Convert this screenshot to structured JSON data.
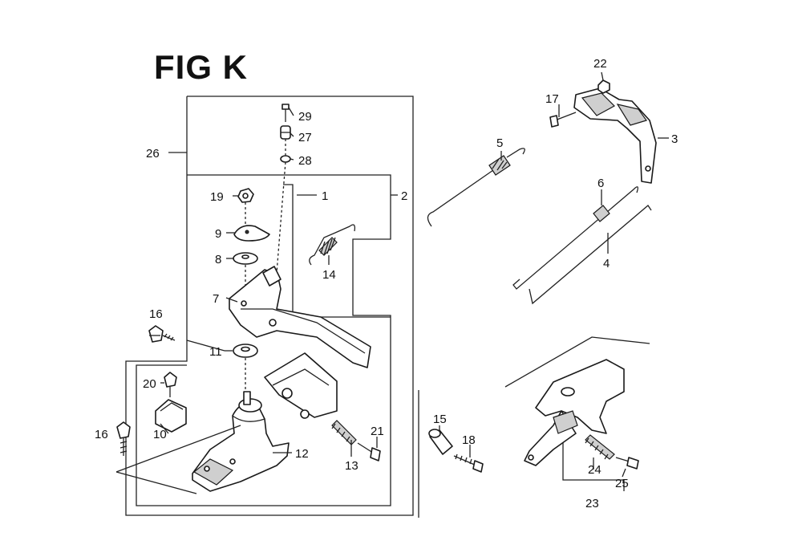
{
  "title": "FIG K",
  "callouts": [
    {
      "id": "c1",
      "text": "1"
    },
    {
      "id": "c2",
      "text": "2"
    },
    {
      "id": "c3",
      "text": "3"
    },
    {
      "id": "c4",
      "text": "4"
    },
    {
      "id": "c5",
      "text": "5"
    },
    {
      "id": "c6",
      "text": "6"
    },
    {
      "id": "c7",
      "text": "7"
    },
    {
      "id": "c8",
      "text": "8"
    },
    {
      "id": "c9",
      "text": "9"
    },
    {
      "id": "c10",
      "text": "10"
    },
    {
      "id": "c11",
      "text": "11"
    },
    {
      "id": "c12",
      "text": "12"
    },
    {
      "id": "c13",
      "text": "13"
    },
    {
      "id": "c14",
      "text": "14"
    },
    {
      "id": "c15",
      "text": "15"
    },
    {
      "id": "c16a",
      "text": "16"
    },
    {
      "id": "c16b",
      "text": "16"
    },
    {
      "id": "c17",
      "text": "17"
    },
    {
      "id": "c18",
      "text": "18"
    },
    {
      "id": "c19",
      "text": "19"
    },
    {
      "id": "c20",
      "text": "20"
    },
    {
      "id": "c21",
      "text": "21"
    },
    {
      "id": "c22",
      "text": "22"
    },
    {
      "id": "c23",
      "text": "23"
    },
    {
      "id": "c24",
      "text": "24"
    },
    {
      "id": "c25",
      "text": "25"
    },
    {
      "id": "c26",
      "text": "26"
    },
    {
      "id": "c27",
      "text": "27"
    },
    {
      "id": "c28",
      "text": "28"
    },
    {
      "id": "c29",
      "text": "29"
    }
  ]
}
